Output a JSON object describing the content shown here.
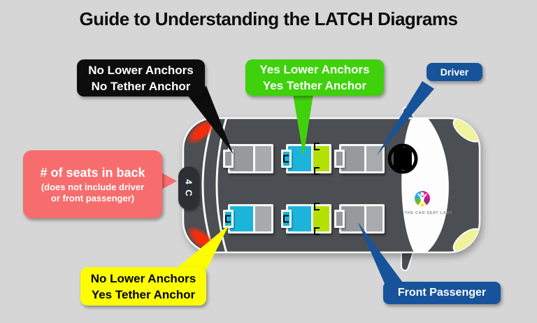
{
  "title": "Guide to Understanding the LATCH Diagrams",
  "callouts": {
    "no_anchors": {
      "line1": "No Lower Anchors",
      "line2": "No Tether Anchor"
    },
    "yes_anchors": {
      "line1": "Yes Lower Anchors",
      "line2": "Yes Tether Anchor"
    },
    "driver": {
      "label": "Driver"
    },
    "seats_in_back": {
      "heading": "# of seats in back",
      "line1": "(does not include driver",
      "line2": "or front passenger)"
    },
    "tether_only": {
      "line1": "No Lower Anchors",
      "line2": "Yes Tether Anchor"
    },
    "front_passenger": {
      "label": "Front Passenger"
    }
  },
  "car": {
    "rear_badge_label": "4 C",
    "logo_text": "THE CAR SEAT LADY",
    "seats": [
      {
        "position": "3rd-row-driver-side",
        "lower_anchors": "no",
        "tether_anchor": "no"
      },
      {
        "position": "2nd-row-driver-side",
        "lower_anchors": "yes",
        "tether_anchor": "yes"
      },
      {
        "position": "driver",
        "lower_anchors": "n/a",
        "tether_anchor": "n/a"
      },
      {
        "position": "3rd-row-passenger-side",
        "lower_anchors": "no",
        "tether_anchor": "yes"
      },
      {
        "position": "2nd-row-passenger-side",
        "lower_anchors": "yes",
        "tether_anchor": "yes"
      },
      {
        "position": "front-passenger",
        "lower_anchors": "n/a",
        "tether_anchor": "n/a"
      }
    ]
  },
  "colors": {
    "background": "#d6d6d7",
    "callout_black": "#0d0d0d",
    "callout_green": "#3ed10c",
    "callout_blue": "#17539b",
    "callout_red": "#f76d6d",
    "callout_yellow": "#fcfc02",
    "seat_tether_cyan": "#1cb4da",
    "seat_lower_anchors_green": "#b4e002",
    "seat_gray": "#97999c",
    "car_body": "#4b4e52"
  }
}
